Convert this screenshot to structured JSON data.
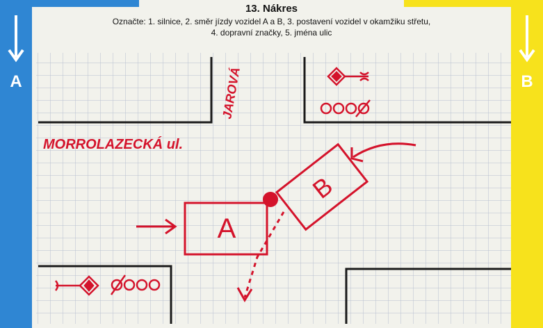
{
  "title": "13. Nákres",
  "instructions_line1": "Označte: 1. silnice, 2. směr jízdy vozidel A a B, 3. postavení vozidel v okamžiku střetu,",
  "instructions_line2": "4. dopravní značky, 5. jména ulic",
  "band_left_label": "A",
  "band_right_label": "B",
  "street_horizontal": "MORROLAZECKÁ ul.",
  "street_vertical": "JAROVÁ",
  "vehicle_a_label": "A",
  "vehicle_b_label": "B",
  "colors": {
    "left_band": "#2f86d3",
    "right_band": "#f7e21c",
    "ink": "#d4132b",
    "grid": "#b7bfcf"
  }
}
